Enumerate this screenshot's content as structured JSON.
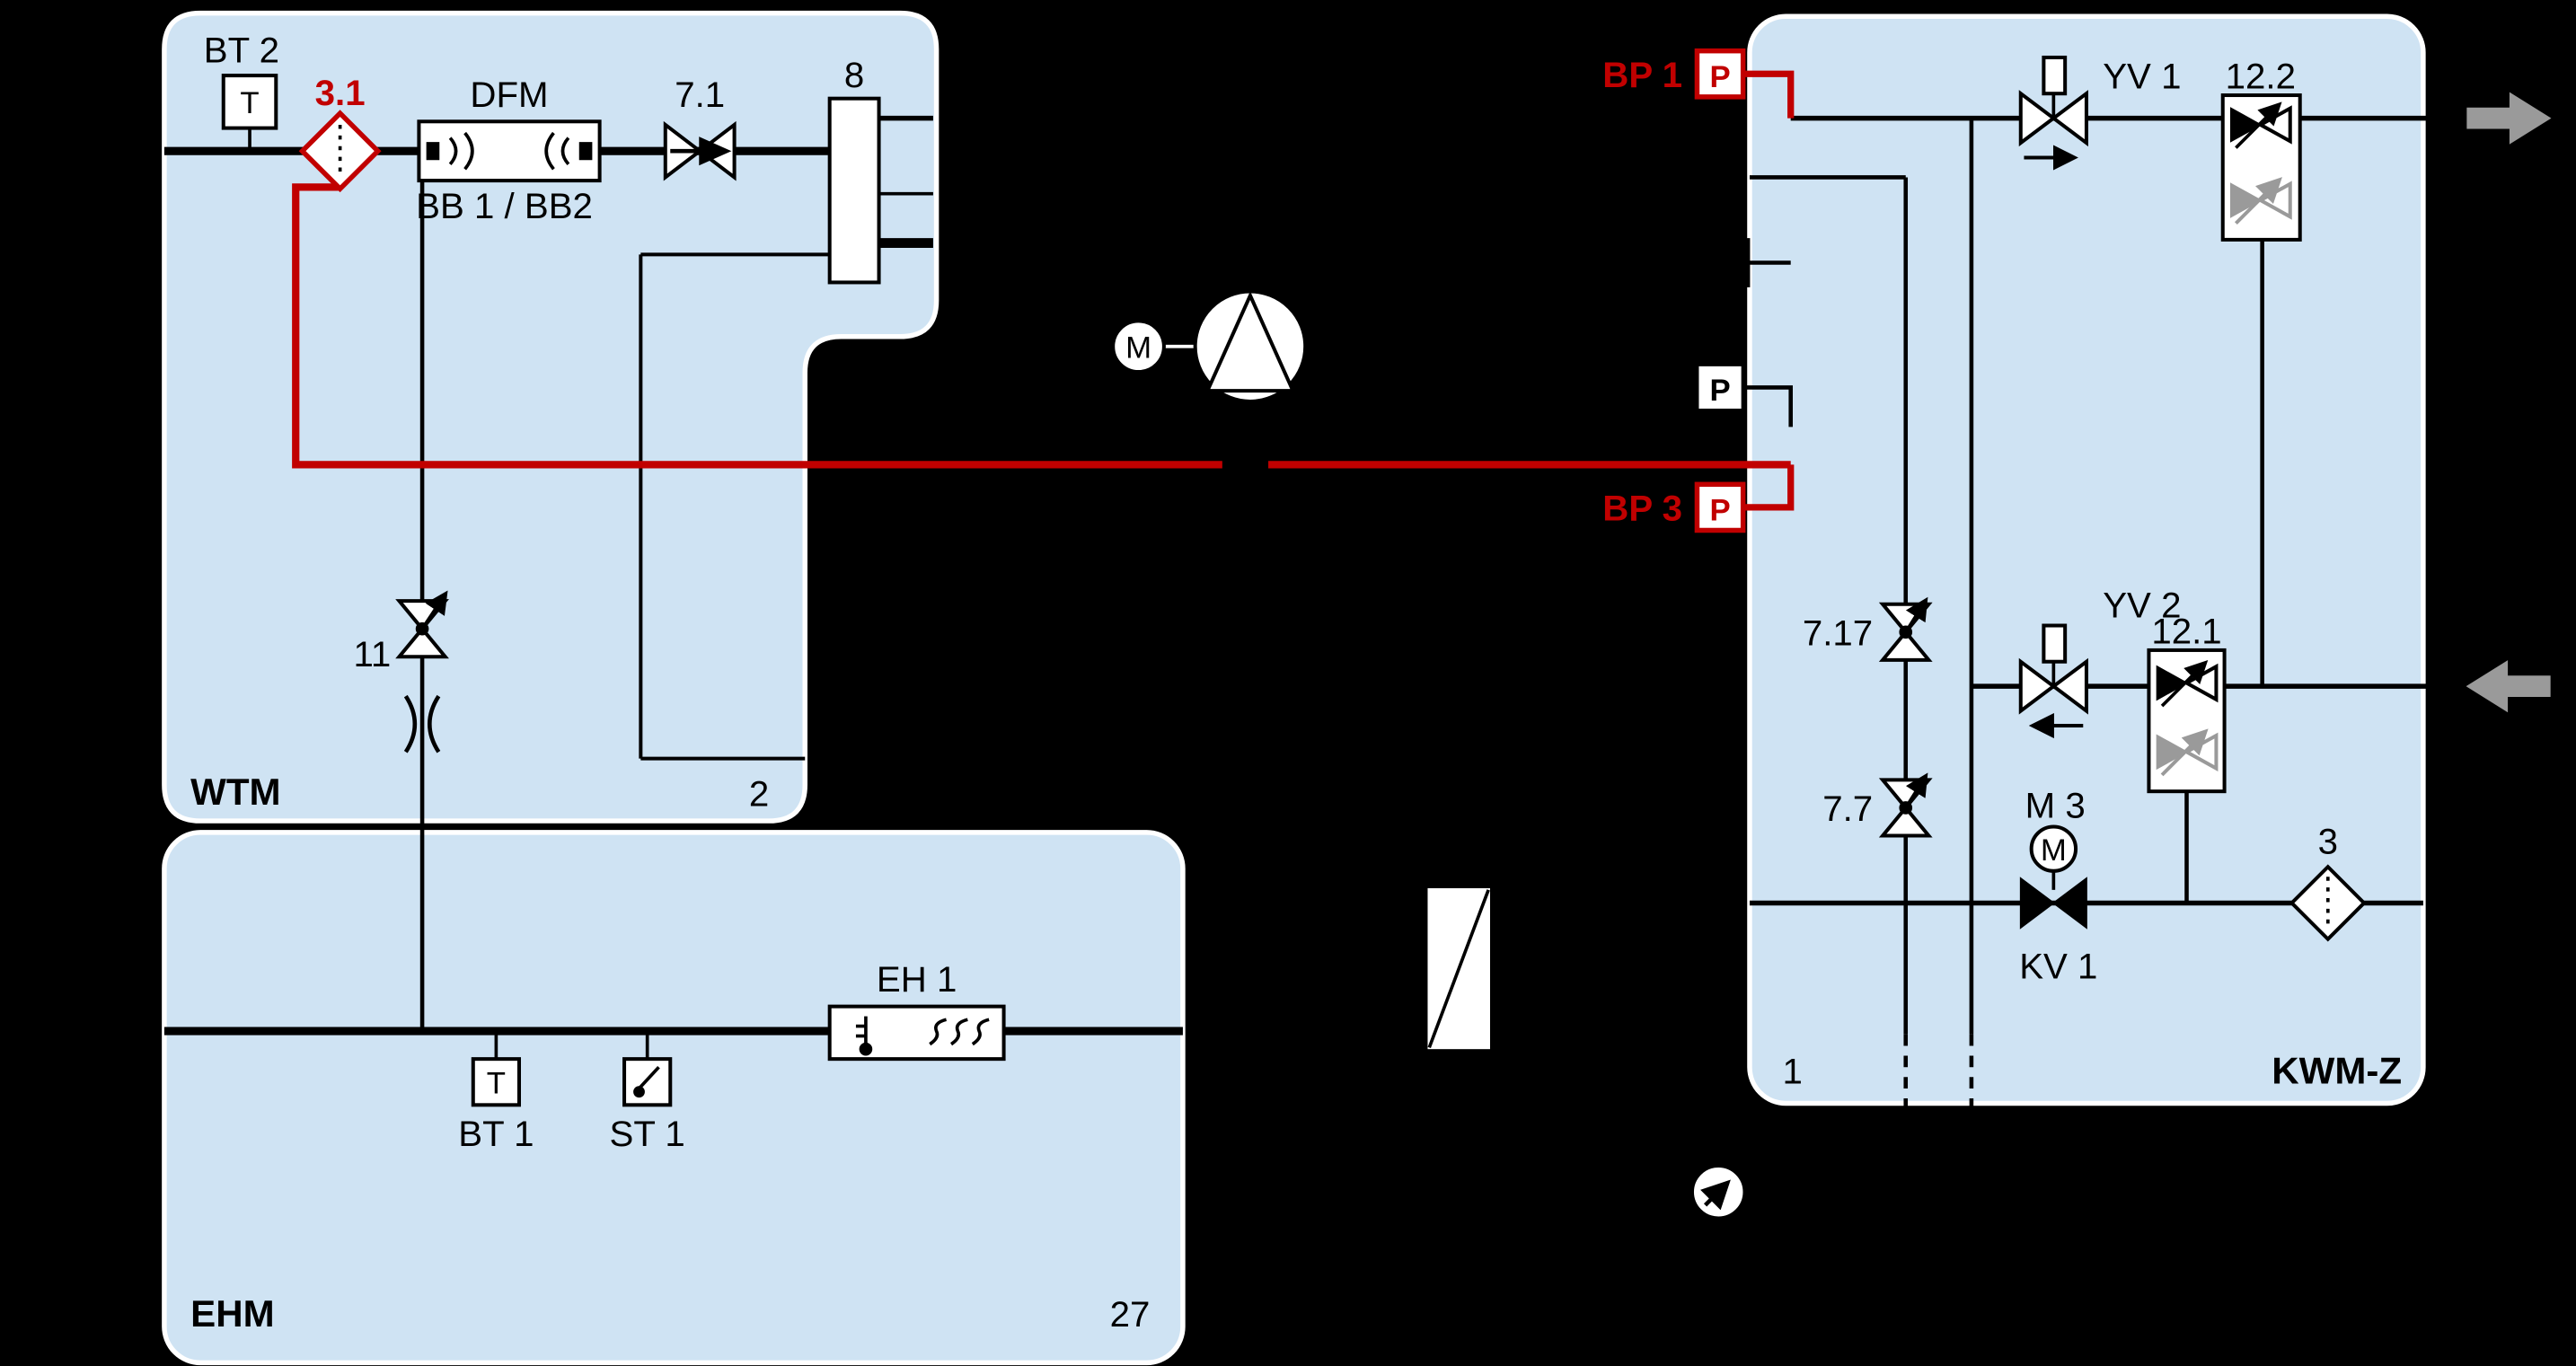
{
  "palette": {
    "background": "#000000",
    "module_fill": "#cfe3f3",
    "module_border": "#ffffff",
    "line": "#000000",
    "accent_red": "#c10000",
    "arrow_gray": "#9a9a9a"
  },
  "modules": {
    "wtm": {
      "name": "WTM",
      "port_label": "2"
    },
    "ehm": {
      "name": "EHM",
      "port_label": "27"
    },
    "kwm": {
      "name": "KWM-Z",
      "port_label": "1"
    }
  },
  "wtm": {
    "bt2_label": "BT 2",
    "bt2_symbol": "T",
    "strainer_label": "3.1",
    "dfm_label": "DFM",
    "dfm_sublabel": "BB 1 / BB2",
    "check_valve_label": "7.1",
    "separator_label": "8",
    "balancing_valve_label": "11"
  },
  "ehm": {
    "bt1_label": "BT 1",
    "bt1_symbol": "T",
    "st1_label": "ST 1",
    "heater_label": "EH 1"
  },
  "pump": {
    "motor_symbol": "M"
  },
  "pressure_sensors": {
    "bp1_label": "BP 1",
    "bp1_symbol": "P",
    "p_symbol": "P",
    "bp3_label": "BP 3",
    "bp3_symbol": "P"
  },
  "kwm": {
    "yv1_label": "YV 1",
    "block122_label": "12.2",
    "yv2_label": "YV 2",
    "block121_label": "12.1",
    "valve717_label": "7.17",
    "valve77_label": "7.7",
    "m3_label": "M 3",
    "m3_symbol": "M",
    "kv1_label": "KV 1",
    "strainer_label": "3"
  },
  "icons": {
    "flow_out": "arrow-right",
    "flow_in": "arrow-left",
    "level_indicator": "level-triangle",
    "pressure_gauge": "gauge-needle"
  }
}
